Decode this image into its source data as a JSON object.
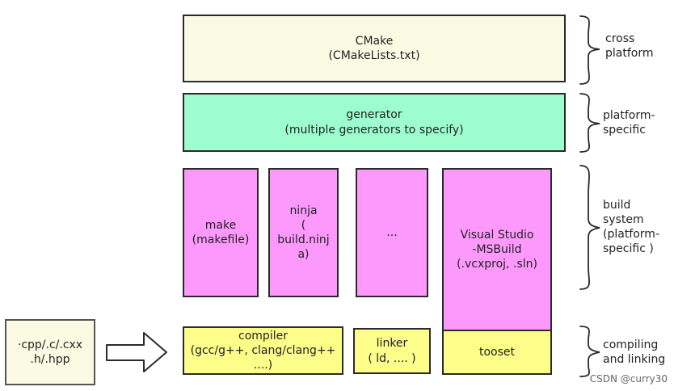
{
  "layers": {
    "cmake": "CMake\n(CMakeLists.txt)",
    "generator": "generator\n(multiple generators to specify)",
    "make": "make\n(makefile)",
    "ninja": "ninja\n(\nbuild.ninj\na)",
    "ellipsis": "...",
    "visual_studio": "Visual Studio\n-MSBuild\n(.vcxproj, .sln)",
    "compiler": "compiler\n(gcc/g++, clang/clang++\n....)",
    "linker": "linker\n( ld, .... )",
    "tooset": "tooset"
  },
  "source": "·cpp/.c/.cxx\n.h/.hpp",
  "annotations": {
    "cross_platform": "cross\nplatform",
    "platform_specific": "platform-\nspecific",
    "build_system": "build\nsystem\n(platform-\nspecific )",
    "compiling_linking": "compiling\nand linking"
  },
  "watermark": "CSDN @curry30"
}
